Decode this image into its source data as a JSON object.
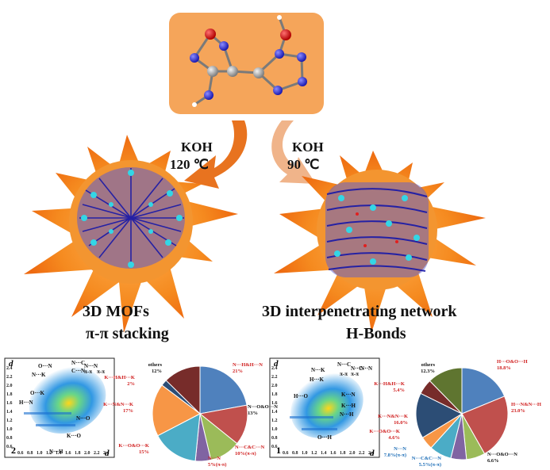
{
  "molecule_box": {
    "fill": "#f5a55a"
  },
  "arrow_left": {
    "reagent": "KOH",
    "temperature": "120 ℃",
    "color": "#e8731f"
  },
  "arrow_right": {
    "reagent": "KOH",
    "temperature": "90 ℃",
    "color": "#f0b48a"
  },
  "left_product": {
    "line1": "3D MOFs",
    "line2": "π-π stacking"
  },
  "right_product": {
    "line1": "3D interpenetrating network",
    "line2": "H-Bonds"
  },
  "left_fingerprint": {
    "panel_number": "2",
    "axis_label_x": "d",
    "axis_label_y": "d",
    "y_ticks": [
      "2.4",
      "2.2",
      "2.0",
      "1.8",
      "1.6",
      "1.4",
      "1.2",
      "1.0",
      "0.8",
      "0.6"
    ],
    "x_ticks": [
      "0.6",
      "0.8",
      "1.0",
      "1.2",
      "1.4",
      "1.6",
      "1.8",
      "2.0",
      "2.2",
      "2.4"
    ],
    "annotations": [
      "O···N",
      "N···C",
      "N···N",
      "π-π",
      "C···N",
      "π-π",
      "N···K",
      "O···K",
      "H···N",
      "N···O",
      "K···O",
      "N···H"
    ]
  },
  "right_fingerprint": {
    "panel_number": "1",
    "axis_label_x": "d",
    "axis_label_y": "d",
    "y_ticks": [
      "2.4",
      "2.2",
      "2.0",
      "1.8",
      "1.6",
      "1.4",
      "1.2",
      "1.0",
      "0.8",
      "0.6"
    ],
    "x_ticks": [
      "0.6",
      "0.8",
      "1.0",
      "1.2",
      "1.4",
      "1.6",
      "1.8",
      "2.0",
      "2.2",
      "2.4"
    ],
    "annotations": [
      "N···C",
      "N···N",
      "C···N",
      "π-π",
      "N···K",
      "π-π",
      "H···K",
      "H···O",
      "K···N",
      "K···H",
      "N···H",
      "O···H"
    ]
  },
  "chart_data": [
    {
      "type": "pie",
      "title": "",
      "series": [
        {
          "label": "N···H&H···N",
          "value": "21%",
          "share": 21,
          "color": "#4f81bd"
        },
        {
          "label": "N···O&O···N",
          "value": "13%",
          "share": 13,
          "color": "#c0504d"
        },
        {
          "label": "N···C&C···N",
          "value": "10%(π-π)",
          "share": 10,
          "color": "#9bbb59"
        },
        {
          "label": "N···N",
          "value": "5%(π-π)",
          "share": 5,
          "color": "#8064a2"
        },
        {
          "label": "K···O&O···K",
          "value": "15%",
          "share": 15,
          "color": "#4bacc6"
        },
        {
          "label": "K···N&N···K",
          "value": "17%",
          "share": 17,
          "color": "#f79646"
        },
        {
          "label": "K···H&H···K",
          "value": "2%",
          "share": 2,
          "color": "#2c4d75"
        },
        {
          "label": "others",
          "value": "12%",
          "share": 12,
          "color": "#772c2a"
        }
      ]
    },
    {
      "type": "pie",
      "title": "",
      "series": [
        {
          "label": "H···O&O···H",
          "value": "18.8%",
          "share": 18.8,
          "color": "#4f81bd"
        },
        {
          "label": "H···N&N···H",
          "value": "23.0%",
          "share": 23.0,
          "color": "#c0504d"
        },
        {
          "label": "N···O&O···N",
          "value": "6.6%",
          "share": 6.6,
          "color": "#9bbb59"
        },
        {
          "label": "N···C&C···N",
          "value": "5.5%(π-π)",
          "share": 5.5,
          "color": "#8064a2"
        },
        {
          "label": "N···N",
          "value": "7.8%(π-π)",
          "share": 7.8,
          "color": "#4bacc6"
        },
        {
          "label": "K···O&O···K",
          "value": "4.6%",
          "share": 4.6,
          "color": "#f79646"
        },
        {
          "label": "K···N&N···K",
          "value": "16.0%",
          "share": 16.0,
          "color": "#2c4d75"
        },
        {
          "label": "K···H&H···K",
          "value": "5.4%",
          "share": 5.4,
          "color": "#772c2a"
        },
        {
          "label": "others",
          "value": "12.3%",
          "share": 12.3,
          "color": "#5f7530"
        }
      ]
    }
  ]
}
